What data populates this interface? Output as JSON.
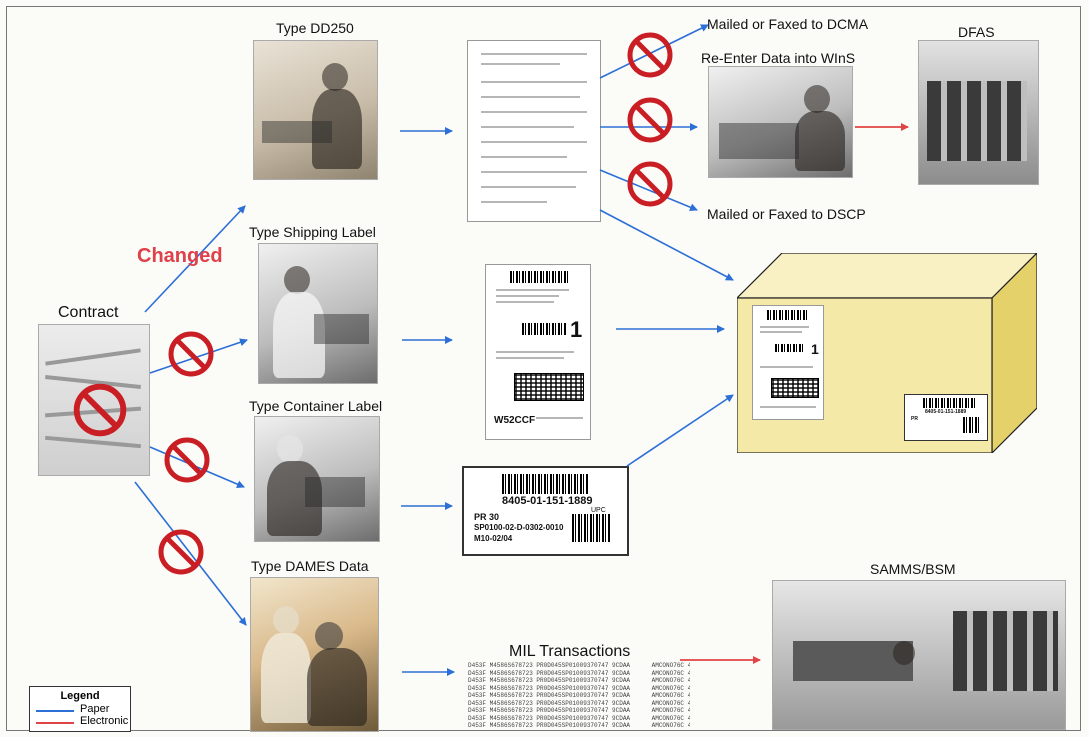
{
  "colors": {
    "paper": "#2c6fd6",
    "electronic": "#e04444",
    "prohibited": "#c81e24",
    "changed": "#e0404a",
    "box_front": "#f5e9a8",
    "box_side": "#e4d16a",
    "box_top": "#f9f1c4"
  },
  "labels": {
    "contract": "Contract",
    "changed": "Changed",
    "type_dd250": "Type DD250",
    "type_shipping_label": "Type Shipping Label",
    "type_container_label": "Type Container Label",
    "type_dames_data": "Type DAMES Data",
    "mailed_dcma": "Mailed or Faxed to DCMA",
    "reenter_wins": "Re-Enter Data into WInS",
    "dfas": "DFAS",
    "mailed_dscp": "Mailed or Faxed to DSCP",
    "mil_transactions": "MIL Transactions",
    "samms_bsm": "SAMMS/BSM"
  },
  "container_label": {
    "nsn": "8405-01-151-1889",
    "upc": "UPC",
    "pr": "PR 30",
    "contract_line": "SP0100-02-D-0302-0010",
    "m_line": "M10-02/04"
  },
  "shipping_label": {
    "big_number": "1",
    "code": "W52CCF"
  },
  "box_label": {
    "nsn": "8405-01-151-1889",
    "pr": "PR"
  },
  "legend": {
    "title": "Legend",
    "paper": "Paper",
    "electronic": "Electronic"
  },
  "icons": {
    "prohibited": "prohibited-icon",
    "arrow": "arrow-icon"
  }
}
